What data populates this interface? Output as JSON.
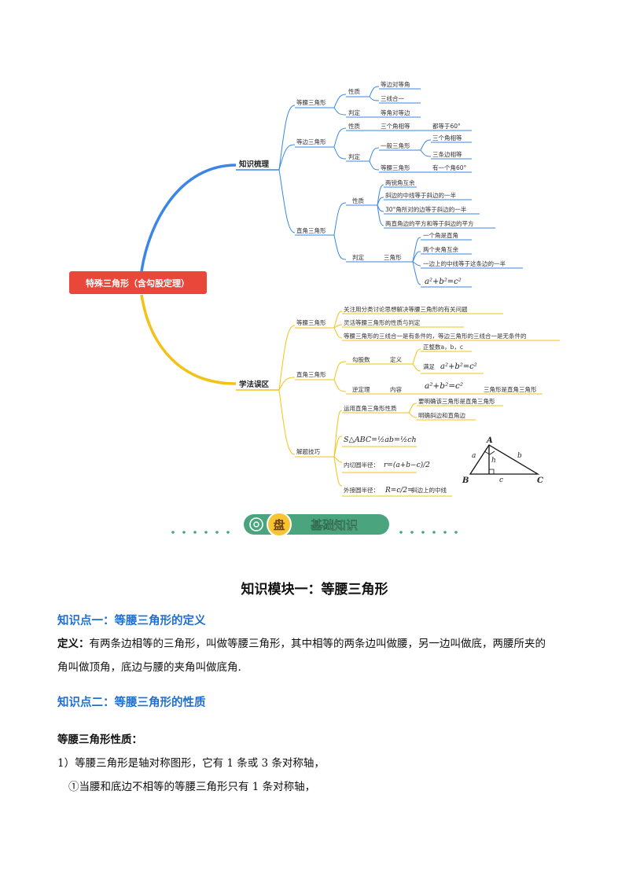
{
  "mindmap": {
    "root": "特殊三角形（含勾股定理）",
    "branch1": {
      "label": "知识梳理",
      "isosceles": {
        "label": "等腰三角形",
        "prop_label": "性质",
        "props": [
          "等边对等角",
          "三线合一"
        ],
        "judge_label": "判定",
        "judge": "等角对等边"
      },
      "equilateral": {
        "label": "等边三角形",
        "prop_label": "性质",
        "prop": "三个角相等",
        "prop_detail": "都等于60°",
        "judge_label": "判定",
        "judge1": "一般三角形",
        "judge1_items": [
          "三个角相等",
          "三条边相等"
        ],
        "judge2": "等腰三角形",
        "judge2_item": "有一个角60°"
      },
      "right": {
        "label": "直角三角形",
        "prop_label": "性质",
        "props": [
          "两锐角互余",
          "斜边的中线等于斜边的一半",
          "30°角所对的边等于斜边的一半",
          "两直角边的平方和等于斜边的平方"
        ],
        "judge_label": "判定",
        "judge_type": "三角形",
        "judges": [
          "一个角是直角",
          "两个夹角互余",
          "一边上的中线等于这条边的一半"
        ]
      }
    },
    "branch2": {
      "label": "学法误区",
      "isosceles": {
        "label": "等腰三角形",
        "items": [
          "关注用分类讨论思想解决等腰三角形的有关问题",
          "灵活等腰三角形的性质与判定",
          "等腰三角形的三线合一是有条件的，等边三角形的三线合一是无条件的"
        ]
      },
      "right": {
        "label": "直角三角形",
        "pyth_label": "勾股数",
        "def_label": "定义",
        "def_items": [
          "正整数a，b，c",
          "满足"
        ],
        "converse_label": "逆定理",
        "content_label": "内容",
        "converse_result": "三角形是直角三角形"
      },
      "tips": {
        "label": "解题技巧",
        "items": [
          "运用直角三角形性质",
          "要明确该三角形是直角三角形",
          "明确斜边和直角边",
          "内切圆半径：",
          "外接圆半径：",
          "斜边上的中线"
        ]
      },
      "triangle_labels": [
        "A",
        "B",
        "C",
        "a",
        "b",
        "c",
        "h"
      ]
    }
  },
  "banner": {
    "text": "基础知识",
    "badge": "盘"
  },
  "content": {
    "module_title": "知识模块一：等腰三角形",
    "kp1_title": "知识点一：等腰三角形的定义",
    "def_label": "定义：",
    "def_line1": "有两条边相等的三角形，叫做等腰三角形，其中相等的两条边叫做腰，另一边叫做底，两腰所夹的",
    "def_line2": "角叫做顶角，底边与腰的夹角叫做底角.",
    "kp2_title": "知识点二：等腰三角形的性质",
    "prop_heading": "等腰三角形性质：",
    "prop_line1": "1）等腰三角形是轴对称图形，它有 1 条或 3 条对称轴，",
    "prop_line2": "①当腰和底边不相等的等腰三角形只有 1 条对称轴，"
  },
  "colors": {
    "branch_blue": "#3a86e8",
    "branch_yellow": "#f2c316",
    "root_red": "#e8473a",
    "banner_green": "#4aa57e",
    "kp_blue": "#1f6fd2"
  }
}
